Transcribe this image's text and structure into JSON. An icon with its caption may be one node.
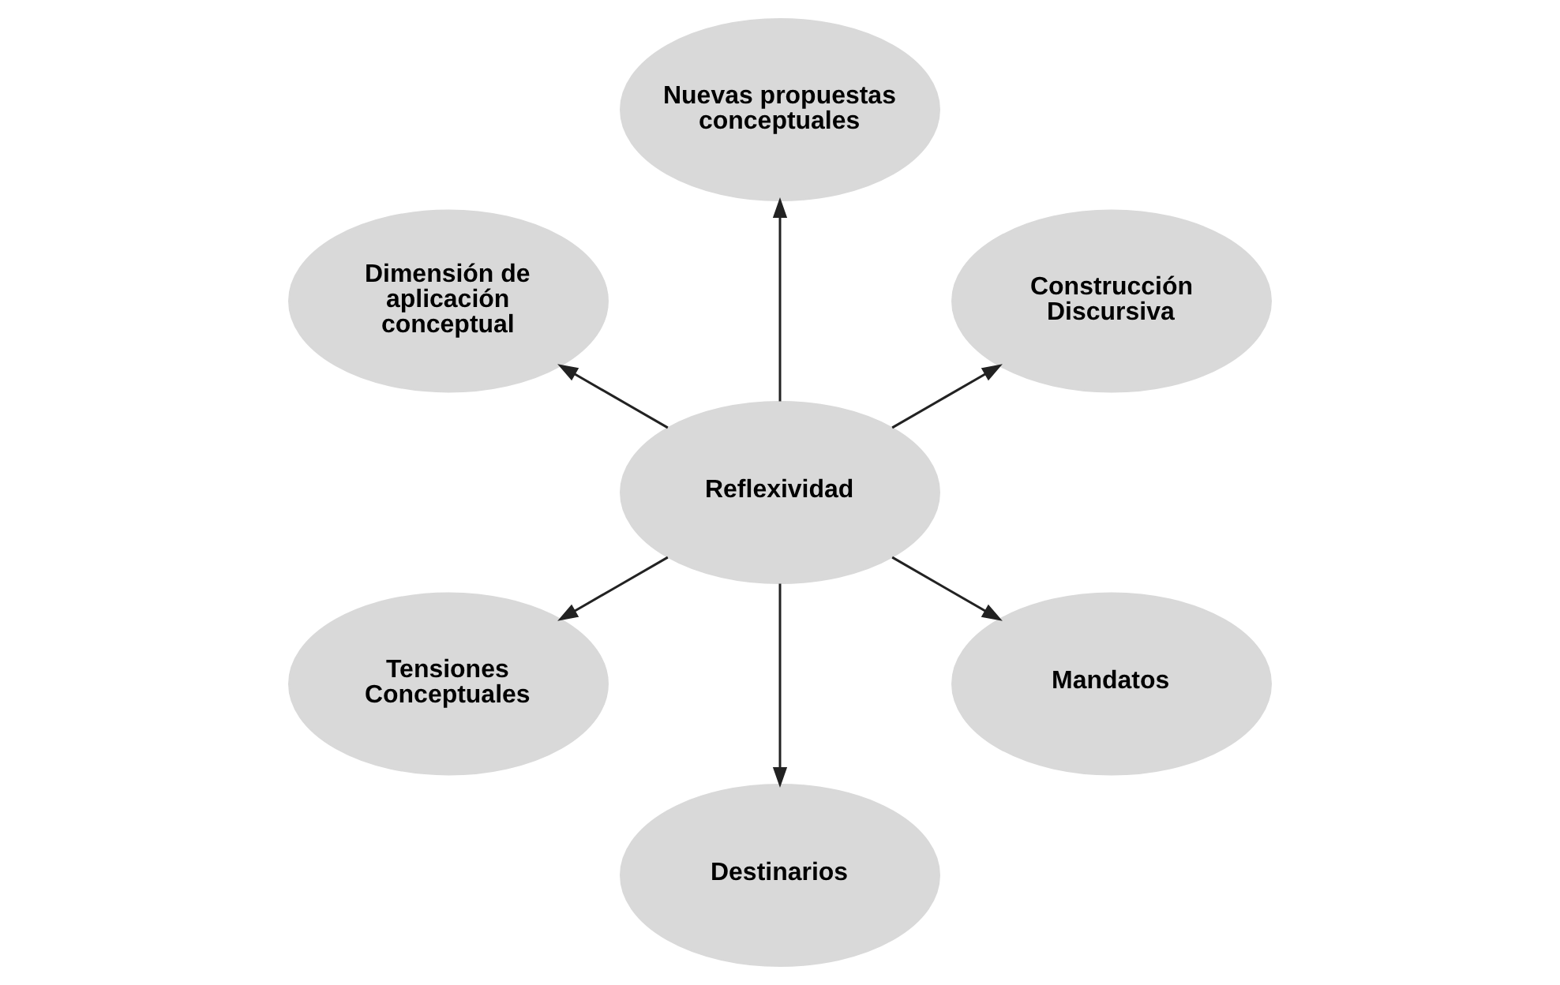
{
  "diagram": {
    "nodes": [
      {
        "text": [
          "Construcción Discursiva"
        ]
      },
      {
        "text": [
          "Nuevas propuestas conceptuales"
        ]
      },
      {
        "text": [
          "Dimensión de aplicación conceptual"
        ]
      },
      {
        "text": [
          "Reflexividad"
        ]
      },
      {
        "text": [
          "Tensiones Conceptuales"
        ]
      },
      {
        "text": [
          "Destinarios"
        ]
      },
      {
        "text": [
          "Mandatos"
        ]
      }
    ],
    "edges": [
      {
        "from": 3,
        "to": 0,
        "arrow": "to"
      },
      {
        "from": 3,
        "to": 2,
        "arrow": "to"
      },
      {
        "from": 3,
        "to": 5,
        "arrow": "to"
      },
      {
        "from": 3,
        "to": 6,
        "arrow": "to"
      },
      {
        "from": 3,
        "to": 4,
        "arrow": "to"
      },
      {
        "from": 3,
        "to": 1,
        "arrow": "to"
      }
    ]
  }
}
